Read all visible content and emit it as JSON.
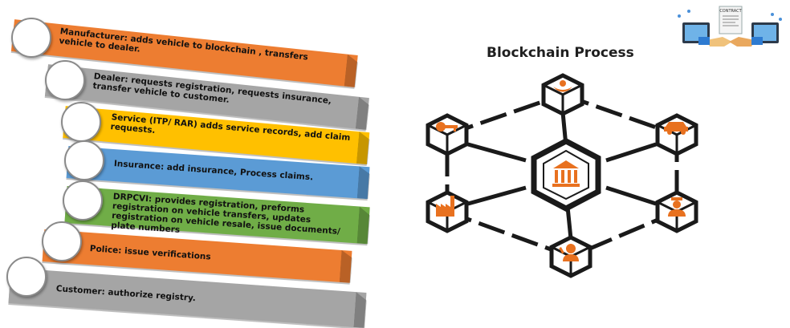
{
  "stack": {
    "items": [
      {
        "role": "manufacturer",
        "text": "Manufacturer: adds vehicle to blockchain , transfers vehicle to dealer.",
        "color": "#ed7d31"
      },
      {
        "role": "dealer",
        "text": "Dealer: requests registration, requests insurance, transfer vehicle to customer.",
        "color": "#a5a5a5"
      },
      {
        "role": "service",
        "text": "Service (ITP/ RAR) adds service records, add claim requests.",
        "color": "#ffc000"
      },
      {
        "role": "insurance",
        "text": "Insurance: add insurance, Process claims.",
        "color": "#5b9bd5"
      },
      {
        "role": "drpcvi",
        "text": "DRPCVI: provides registration, preforms registration on vehicle transfers, updates registration on vehicle resale, issue documents/ plate numbers",
        "color": "#70ad47"
      },
      {
        "role": "police",
        "text": "Police: issue verifications",
        "color": "#ed7d31"
      },
      {
        "role": "customer",
        "text": "Customer: authorize registry.",
        "color": "#a5a5a5"
      }
    ]
  },
  "diagram": {
    "title": "Blockchain Process",
    "accent_color": "#e8711f",
    "line_color": "#1a1a1a",
    "nodes": [
      {
        "name": "center-node",
        "icon": "bank-icon"
      },
      {
        "name": "top-node",
        "icon": "hand-holding-icon"
      },
      {
        "name": "top-right-node",
        "icon": "car-icon"
      },
      {
        "name": "bottom-right-node",
        "icon": "police-officer-icon"
      },
      {
        "name": "bottom-node",
        "icon": "mechanic-icon"
      },
      {
        "name": "bottom-left-node",
        "icon": "factory-icon"
      },
      {
        "name": "top-left-node",
        "icon": "key-icon"
      }
    ]
  },
  "logo": {
    "label": "CONTRACT",
    "icon": "contract-handshake-icon"
  }
}
